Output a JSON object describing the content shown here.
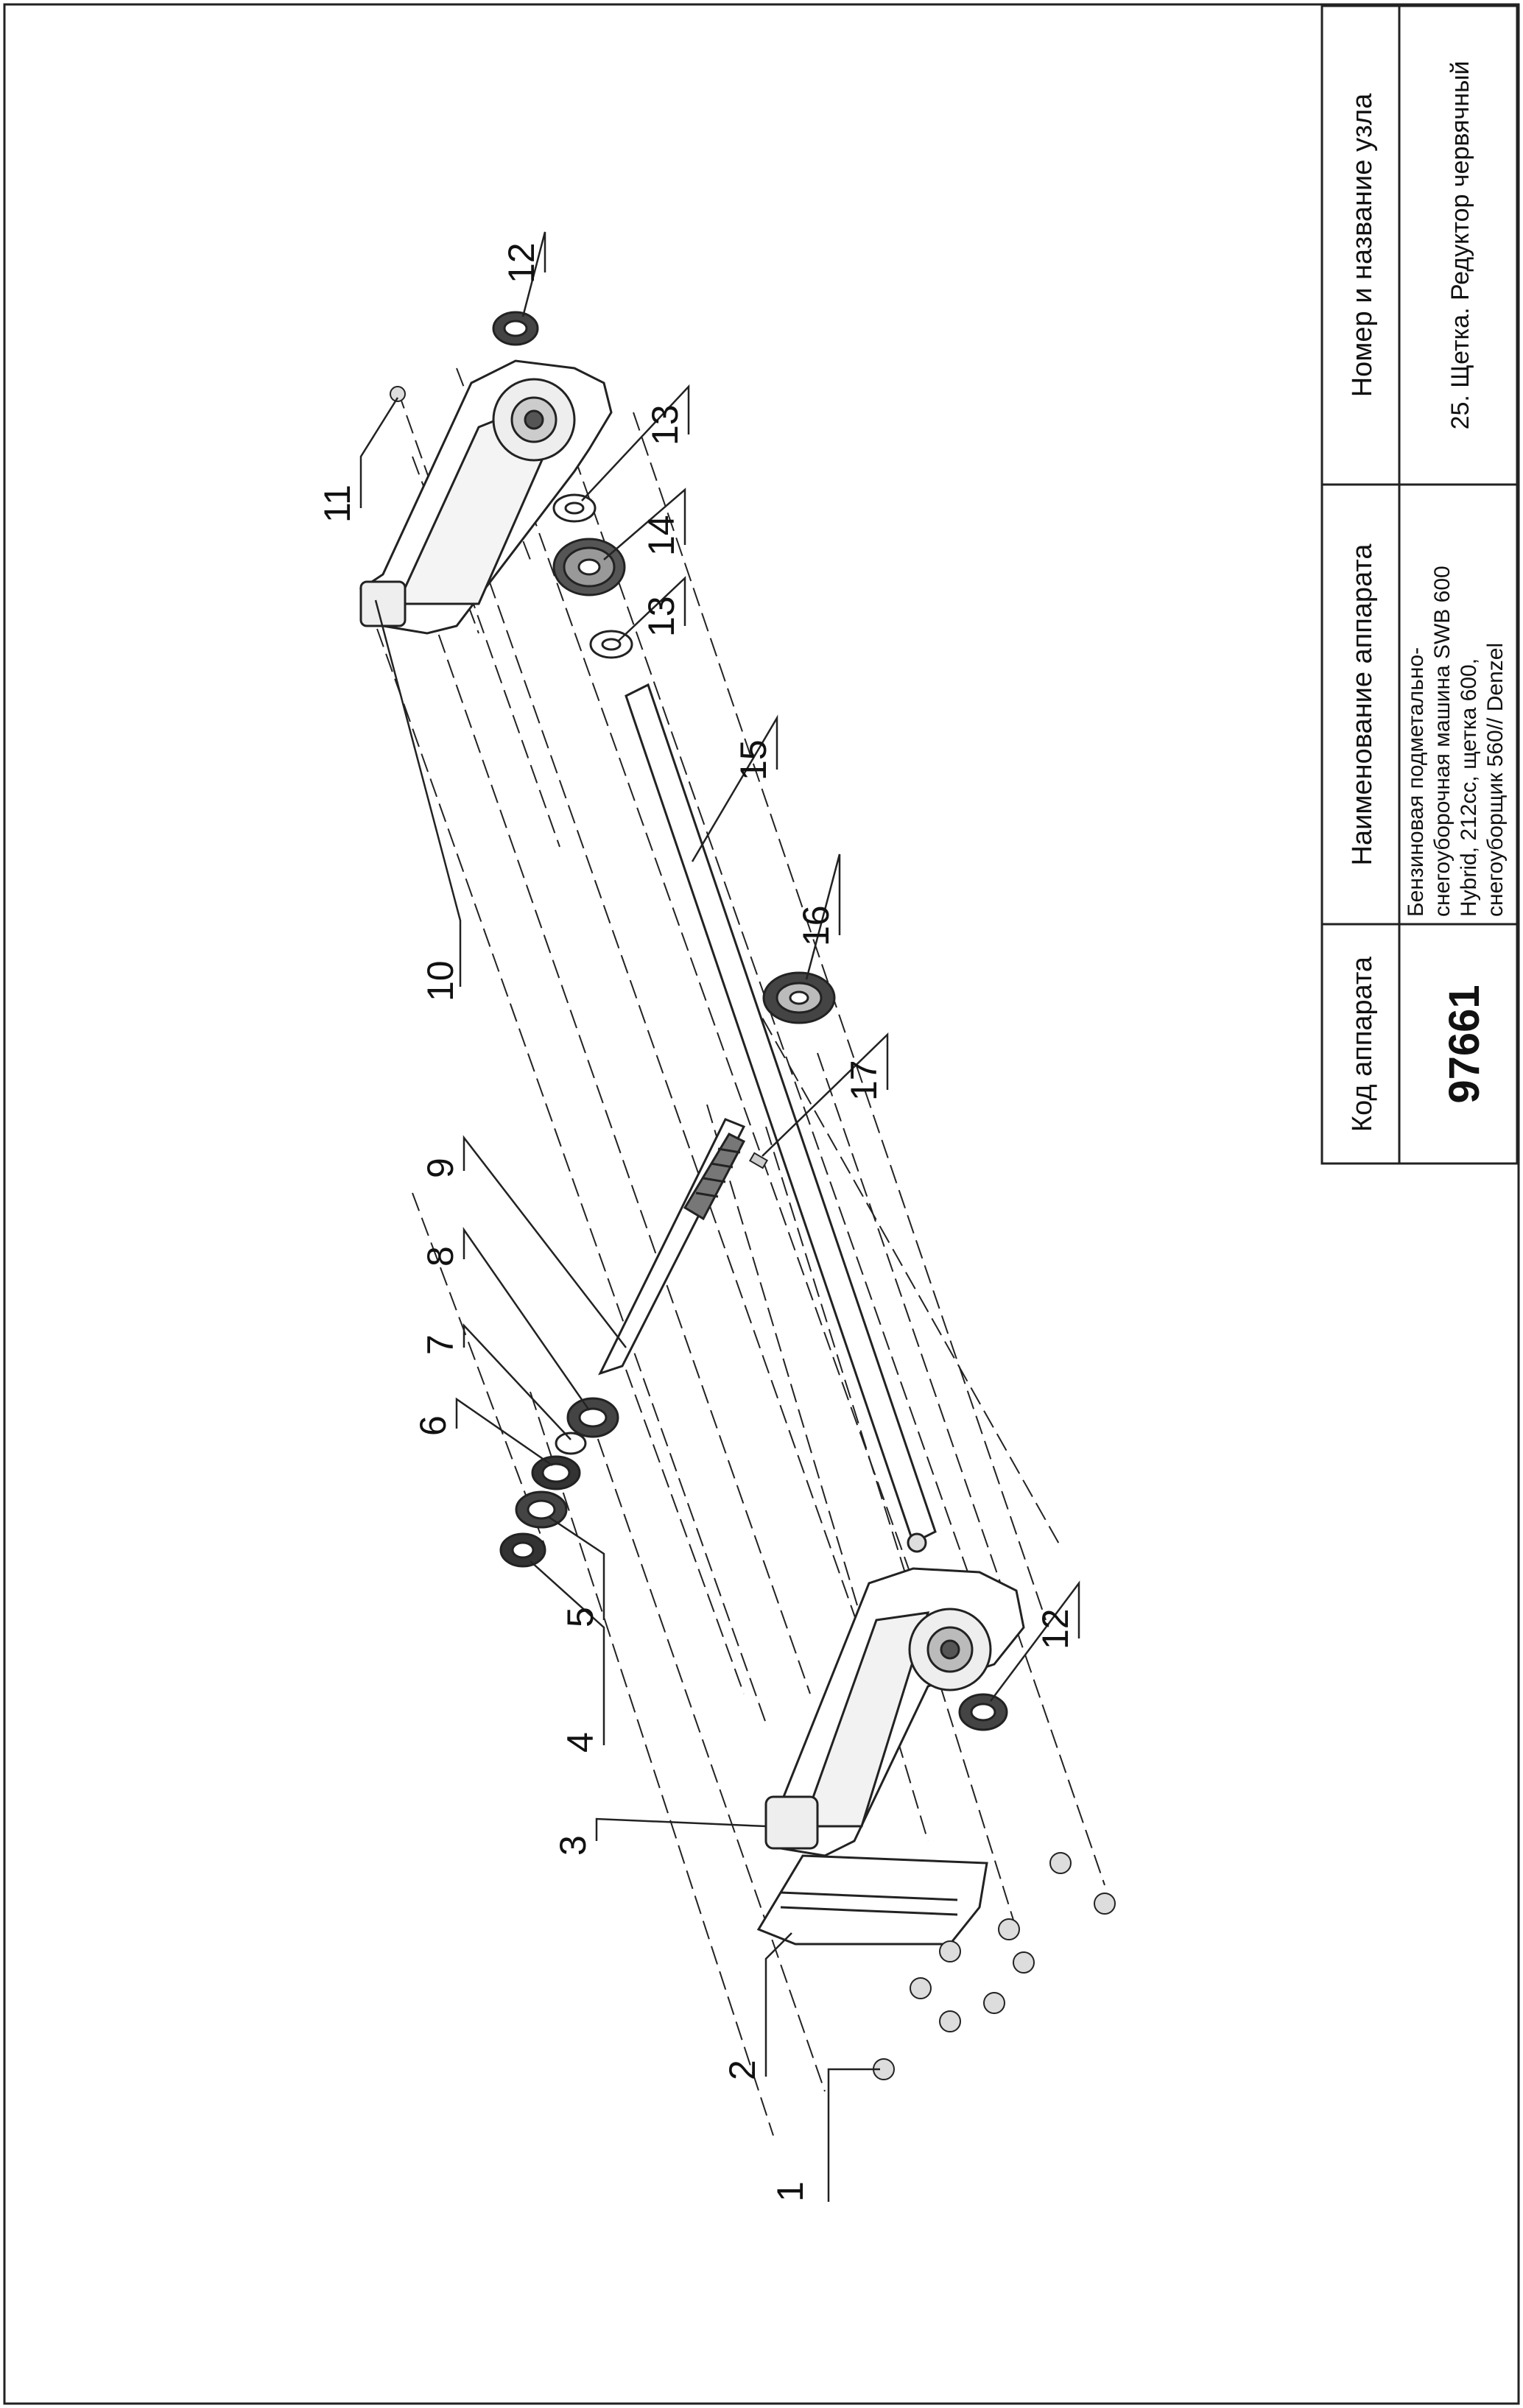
{
  "title_block": {
    "code_header": "Код аппарата",
    "code_value": "97661",
    "device_header": "Наименование аппарата",
    "device_lines": [
      "Бензиновая подметально-",
      "снегоуборочная машина SWB 600",
      "Hybrid, 212cc, щетка 600,",
      "снегоуборщик 560// Denzel"
    ],
    "node_header": "Номер и название узла",
    "node_value": "25. Щетка. Редуктор червячный"
  },
  "callouts": [
    {
      "id": "1",
      "label": "1"
    },
    {
      "id": "2",
      "label": "2"
    },
    {
      "id": "3",
      "label": "3"
    },
    {
      "id": "4",
      "label": "4"
    },
    {
      "id": "5",
      "label": "5"
    },
    {
      "id": "6",
      "label": "6"
    },
    {
      "id": "7",
      "label": "7"
    },
    {
      "id": "8",
      "label": "8"
    },
    {
      "id": "9",
      "label": "9"
    },
    {
      "id": "10",
      "label": "10"
    },
    {
      "id": "11",
      "label": "11"
    },
    {
      "id": "12a",
      "label": "12"
    },
    {
      "id": "12b",
      "label": "12"
    },
    {
      "id": "13a",
      "label": "13"
    },
    {
      "id": "13b",
      "label": "13"
    },
    {
      "id": "14",
      "label": "14"
    },
    {
      "id": "15",
      "label": "15"
    },
    {
      "id": "16",
      "label": "16"
    },
    {
      "id": "17",
      "label": "17"
    }
  ]
}
